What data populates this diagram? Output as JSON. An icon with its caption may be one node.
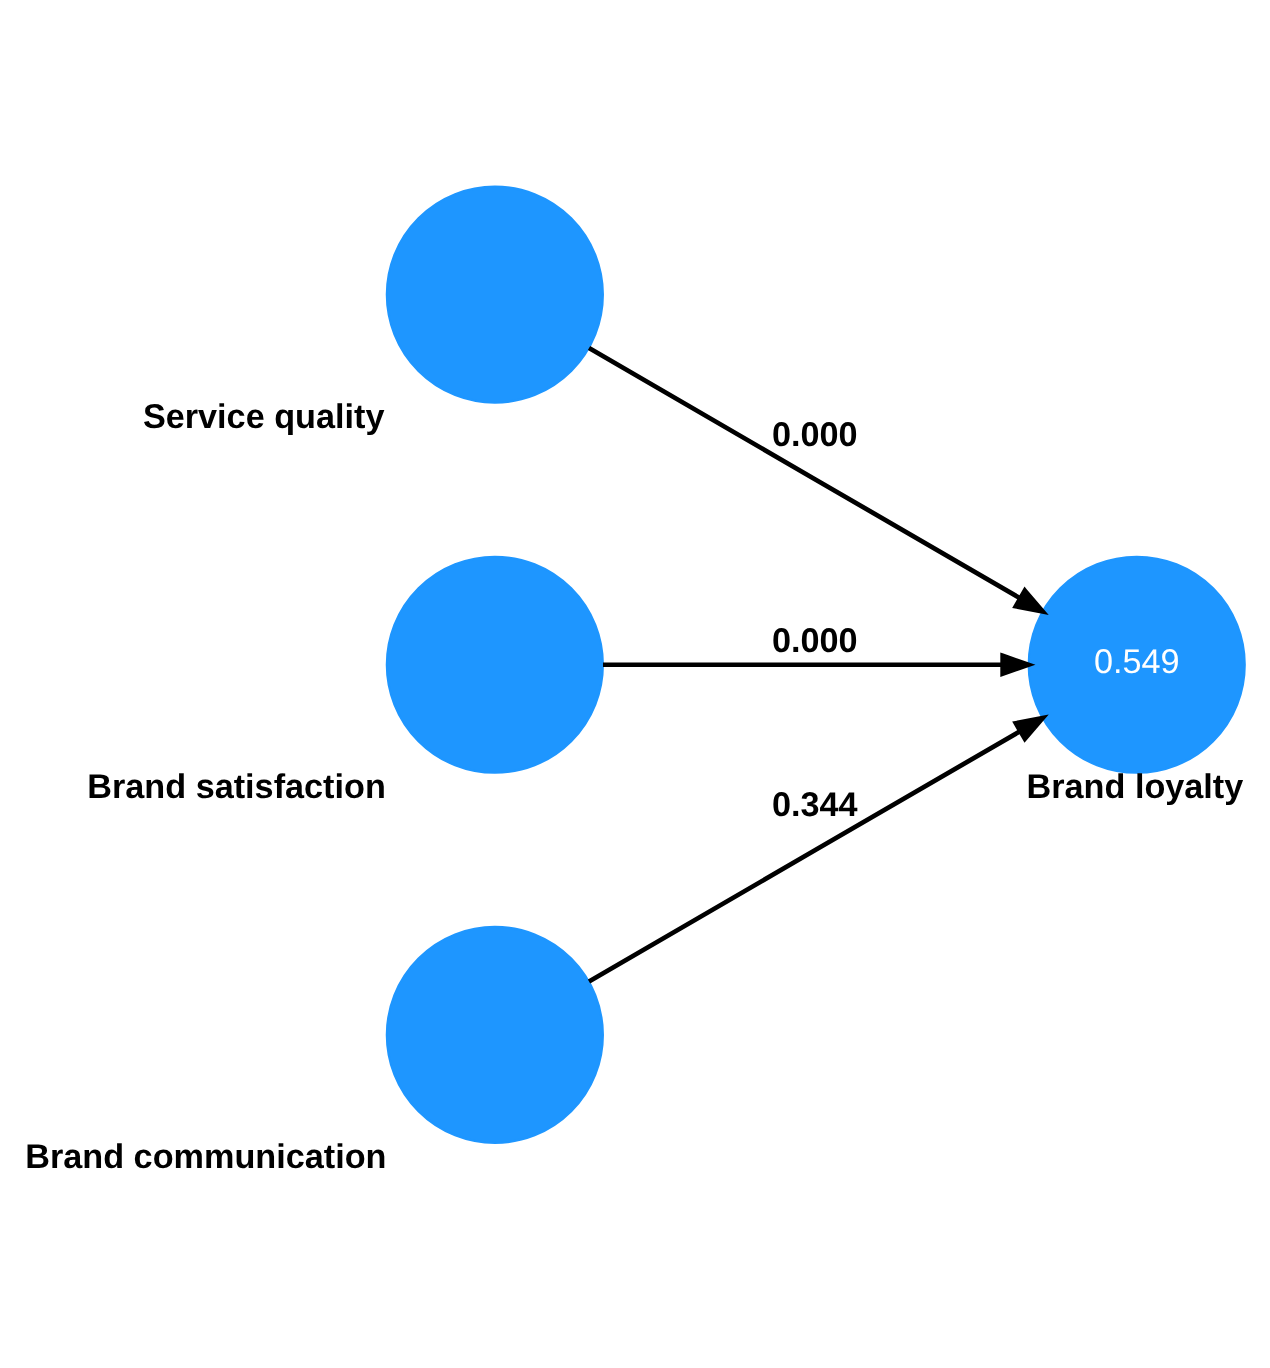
{
  "diagram": {
    "nodes": [
      {
        "text": [],
        "shape": "circle",
        "beside": [
          "Service quality"
        ]
      },
      {
        "text": [],
        "shape": "circle",
        "beside": [
          "Brand satisfaction"
        ]
      },
      {
        "text": [],
        "shape": "circle",
        "beside": [
          "Brand communication"
        ]
      },
      {
        "text": [
          "0.549"
        ],
        "beside": [
          "Brand loyalty"
        ]
      }
    ],
    "edges": [
      {
        "from": 0,
        "to": 3,
        "arrow": "to",
        "label": "0.000"
      },
      {
        "from": 1,
        "to": 3,
        "arrow": "to",
        "label": "0.000"
      },
      {
        "from": 2,
        "to": 3,
        "arrow": "to",
        "label": "0.344"
      }
    ]
  }
}
